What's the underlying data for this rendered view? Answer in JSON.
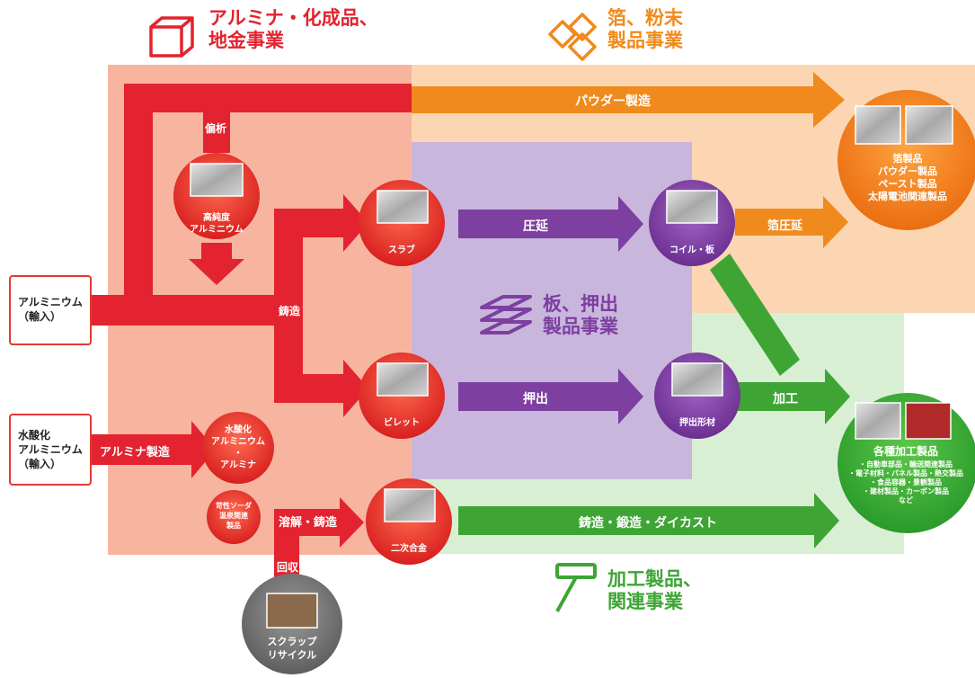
{
  "segments": {
    "alumina": {
      "line1": "アルミナ・化成品、",
      "line2": "地金事業",
      "color": "#e3232f"
    },
    "foil": {
      "line1": "箔、粉末",
      "line2": "製品事業",
      "color": "#f08a1c"
    },
    "sheet": {
      "line1": "板、押出",
      "line2": "製品事業",
      "color": "#7d3fa0"
    },
    "fab": {
      "line1": "加工製品、",
      "line2": "関連事業",
      "color": "#3ea535"
    }
  },
  "inputs": {
    "aluminium": {
      "line1": "アルミニウム",
      "line2": "（輸入）"
    },
    "hydroxide": {
      "line1": "水酸化",
      "line2": "アルミニウム",
      "line3": "（輸入）"
    }
  },
  "nodes": {
    "high_purity": {
      "line1": "高純度",
      "line2": "アルミニウム"
    },
    "hydroxide_alumina": {
      "line1": "水酸化",
      "line2": "アルミニウム",
      "line3": "・",
      "line4": "アルミナ"
    },
    "caustic": {
      "line1": "苛性ソーダ",
      "line2": "温泉関連",
      "line3": "製品"
    },
    "slab": {
      "label": "スラブ"
    },
    "billet": {
      "label": "ビレット"
    },
    "secondary": {
      "label": "二次合金"
    },
    "coil": {
      "label": "コイル・板"
    },
    "extrusion": {
      "label": "押出形材"
    },
    "scrap": {
      "line1": "スクラップ",
      "line2": "リサイクル"
    }
  },
  "outputs": {
    "foil": {
      "line1": "箔製品",
      "line2": "パウダー製品",
      "line3": "ペースト製品",
      "line4": "太陽電池関連製品"
    },
    "fab": {
      "title": "各種加工製品",
      "line1": "・自動車部品・輸送関連製品",
      "line2": "・電子材料・パネル製品・熱交製品",
      "line3": "・食品容器・景観製品",
      "line4": "・建材製品・カーボン製品",
      "line5": "など"
    }
  },
  "arrows": {
    "segregation": "偏析",
    "powder": "パウダー製造",
    "casting": "鋳造",
    "alumina_production": "アルミナ製造",
    "rolling": "圧延",
    "extrusion": "押出",
    "foil_rolling": "箔圧延",
    "processing": "加工",
    "melting_casting": "溶解・鋳造",
    "collection": "回収",
    "forging": "鋳造・鍛造・ダイカスト"
  }
}
